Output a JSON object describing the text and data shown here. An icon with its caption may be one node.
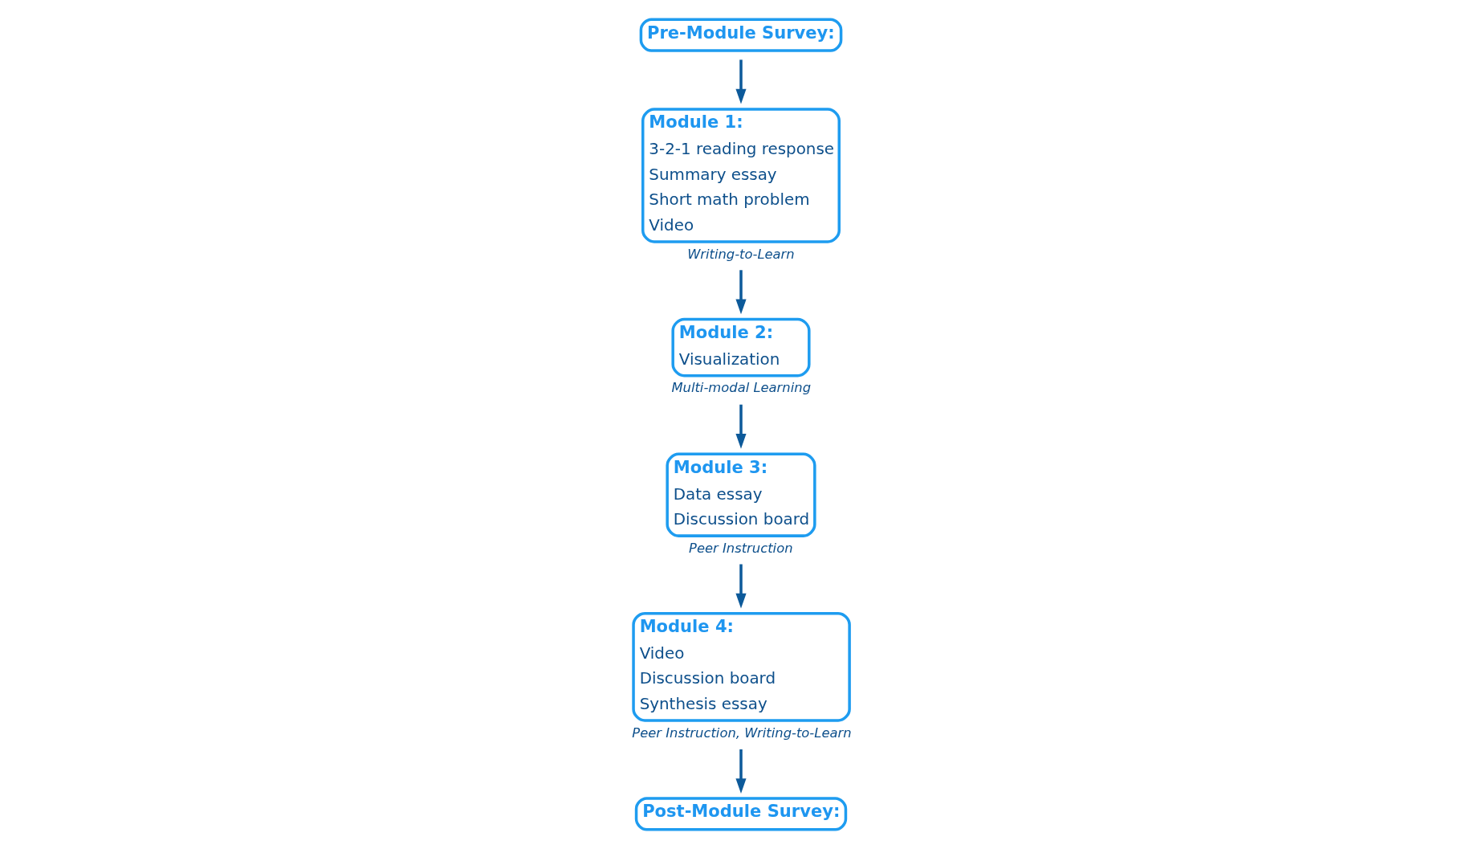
{
  "diagram": {
    "nodes": [
      {
        "text": [
          "Pre-Module Survey:"
        ]
      },
      {
        "text": [
          "Module 1:",
          "3-2-1 reading response",
          "Summary essay",
          "Short math problem",
          "Video"
        ],
        "beside": [
          "Writing-to-Learn"
        ]
      },
      {
        "text": [
          "Module 2:",
          "Visualization"
        ],
        "beside": [
          "Multi-modal Learning"
        ]
      },
      {
        "text": [
          "Module 3:",
          "Data essay",
          "Discussion board"
        ],
        "beside": [
          "Peer Instruction"
        ]
      },
      {
        "text": [
          "Module 4:",
          "Video",
          "Discussion board",
          "Synthesis essay"
        ],
        "beside": [
          "Peer Instruction, Writing-to-Learn"
        ]
      },
      {
        "text": [
          "Post-Module Survey:"
        ]
      }
    ],
    "edges": [
      {
        "from": 0,
        "to": 1,
        "arrow": "to"
      },
      {
        "from": 1,
        "to": 2,
        "arrow": "to"
      },
      {
        "from": 2,
        "to": 3,
        "arrow": "to"
      },
      {
        "from": 3,
        "to": 4,
        "arrow": "to"
      },
      {
        "from": 4,
        "to": 5,
        "arrow": "to"
      }
    ]
  }
}
